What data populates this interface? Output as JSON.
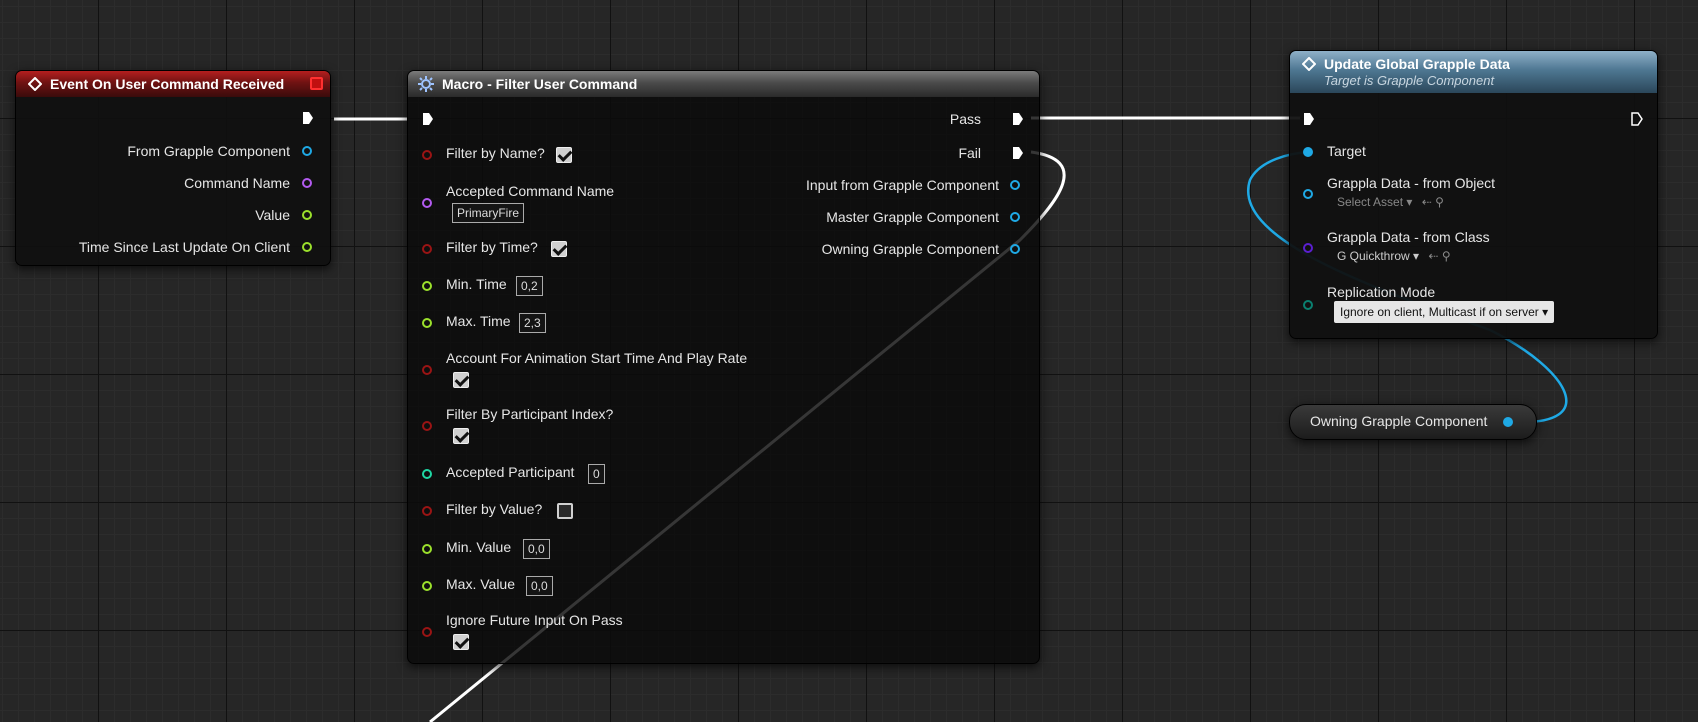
{
  "colors": {
    "object_pin": "#1fa9e5",
    "name_pin": "#b35bf0",
    "float_pin": "#9be02c",
    "bool_pin": "#9a1414",
    "int_pin": "#1fd7a4",
    "class_pin": "#5a1fd0",
    "enum_pin": "#0a8070",
    "exec_wire": "#ffffff"
  },
  "event_node": {
    "title": "Event On User Command Received",
    "icon": "event-diamond-icon",
    "outputs": [
      {
        "label": "From Grapple Component",
        "type": "object"
      },
      {
        "label": "Command Name",
        "type": "name"
      },
      {
        "label": "Value",
        "type": "float"
      },
      {
        "label": "Time Since Last Update On Client",
        "type": "float"
      }
    ]
  },
  "macro_node": {
    "title": "Macro - Filter User Command",
    "icon": "macro-gear-icon",
    "inputs": {
      "filter_by_name": {
        "label": "Filter by Name?",
        "checked": true
      },
      "accepted_command_name": {
        "label": "Accepted Command Name",
        "value": "PrimaryFire"
      },
      "filter_by_time": {
        "label": "Filter by Time?",
        "checked": true
      },
      "min_time": {
        "label": "Min. Time",
        "value": "0,2"
      },
      "max_time": {
        "label": "Max. Time",
        "value": "2,3"
      },
      "account_anim": {
        "label": "Account For Animation Start Time And Play Rate",
        "checked": true
      },
      "filter_participant": {
        "label": "Filter By Participant Index?",
        "checked": true
      },
      "accepted_participant": {
        "label": "Accepted Participant",
        "value": "0"
      },
      "filter_by_value": {
        "label": "Filter by Value?",
        "checked": false
      },
      "min_value": {
        "label": "Min. Value",
        "value": "0,0"
      },
      "max_value": {
        "label": "Max. Value",
        "value": "0,0"
      },
      "ignore_future": {
        "label": "Ignore Future Input On Pass",
        "checked": true
      }
    },
    "outputs": {
      "pass": "Pass",
      "fail": "Fail",
      "input_from": "Input from Grapple Component",
      "master": "Master Grapple Component",
      "owning": "Owning Grapple Component"
    }
  },
  "update_node": {
    "title": "Update Global Grapple Data",
    "subtitle": "Target is Grapple Component",
    "icon": "function-diamond-icon",
    "target_label": "Target",
    "from_object_label": "Grappla Data - from Object",
    "from_object_value": "Select Asset",
    "from_class_label": "Grappla Data - from Class",
    "from_class_value": "G Quickthrow",
    "replication_label": "Replication Mode",
    "replication_value": "Ignore on client, Multicast if on server"
  },
  "var_node": {
    "label": "Owning Grapple Component"
  }
}
